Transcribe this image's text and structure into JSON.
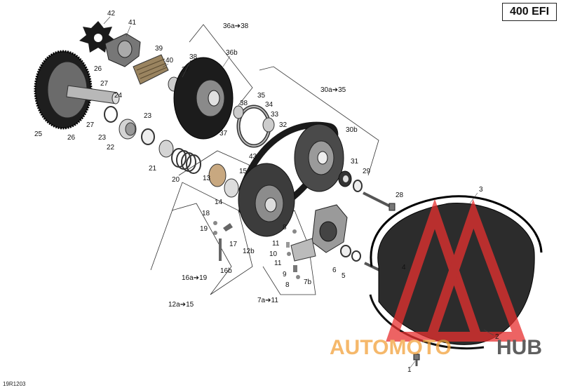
{
  "header": {
    "model": "400 EFI"
  },
  "footer": {
    "ref_code": "19R1203"
  },
  "watermark": {
    "text_primary": "AUTOMOTO",
    "text_secondary": "HUB",
    "color_primary": "#f2a13a",
    "color_secondary": "#2a2a2a",
    "logo_color": "#e8302f"
  },
  "callouts": {
    "p42": "42",
    "p41": "41",
    "p40": "40",
    "p39": "39",
    "p38": "38",
    "p37": "37",
    "p36ab": "36a➔38",
    "p36b": "36b",
    "p35": "35",
    "p34": "34",
    "p33": "33",
    "p32": "32",
    "p38b": "38",
    "p37b": "37",
    "p30ab": "30a➔35",
    "p30b": "30b",
    "p31": "31",
    "p29": "29",
    "p28": "28",
    "p26a": "26",
    "p27a": "27",
    "p24": "24",
    "p23a": "23",
    "p23b": "23",
    "p25": "25",
    "p27b": "27",
    "p26b": "26",
    "p22": "22",
    "p21": "21",
    "p20": "20",
    "p43": "43",
    "p15": "15",
    "p13": "13",
    "p14": "14",
    "p18": "18",
    "p19": "19",
    "p17": "17",
    "p16b": "16b",
    "p16ab": "16a➔19",
    "p12b": "12b",
    "p12ab": "12a➔15",
    "p8a": "8",
    "p11a": "11",
    "p10": "10",
    "p11b": "11",
    "p9": "9",
    "p8b": "8",
    "p7b": "7b",
    "p7ab": "7a➔11",
    "p6": "6",
    "p5": "5",
    "p4": "4",
    "p3": "3",
    "p2": "2",
    "p1": "1"
  }
}
